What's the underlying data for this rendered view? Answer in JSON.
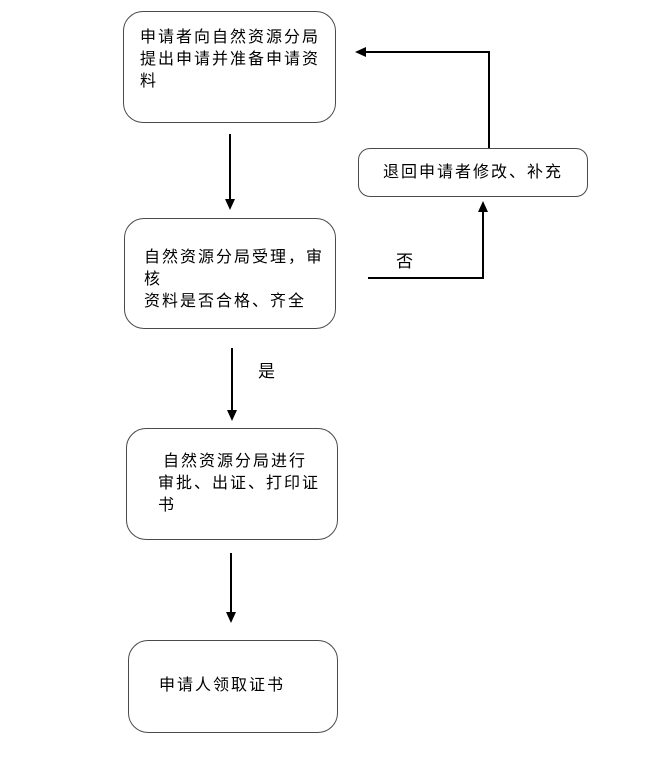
{
  "flowchart": {
    "nodes": [
      {
        "id": "apply",
        "text": "申请者向自然资源分局\n提出申请并准备申请资\n料"
      },
      {
        "id": "review",
        "text": "自然资源分局受理，审核\n资料是否合格、齐全"
      },
      {
        "id": "return",
        "text": "退回申请者修改、补充"
      },
      {
        "id": "approve",
        "text": "自然资源分局进行\n审批、出证、打印证\n书"
      },
      {
        "id": "receive",
        "text": "申请人领取证书"
      }
    ],
    "labels": {
      "no": "否",
      "yes": "是"
    },
    "edges": [
      {
        "from": "apply",
        "to": "review",
        "label": ""
      },
      {
        "from": "review",
        "to": "return",
        "label": "否"
      },
      {
        "from": "return",
        "to": "apply",
        "label": ""
      },
      {
        "from": "review",
        "to": "approve",
        "label": "是"
      },
      {
        "from": "approve",
        "to": "receive",
        "label": ""
      }
    ],
    "colors": {
      "background": "#ffffff",
      "border": "#4a4a4a",
      "line": "#000000",
      "text": "#000000"
    }
  }
}
